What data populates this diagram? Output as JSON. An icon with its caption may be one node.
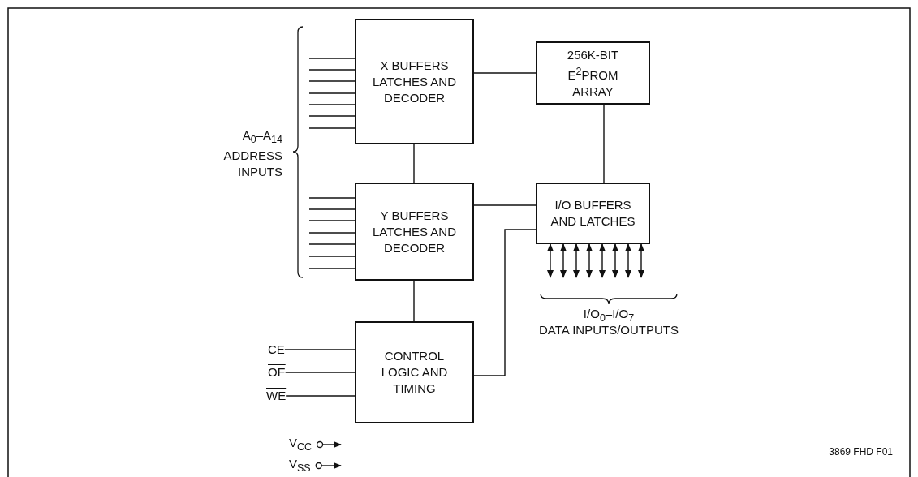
{
  "diagram": {
    "nodes": [
      {
        "text": [
          "X BUFFERS LATCHES AND DECODER"
        ]
      },
      {
        "text": [
          "256K-BIT E$^{2}$PROM ARRAY"
        ]
      },
      {
        "text": [
          "Y BUFFERS LATCHES AND DECODER"
        ]
      },
      {
        "text": [
          "I/O BUFFERS AND LATCHES"
        ]
      },
      {
        "text": [
          "CONTROL LOGIC AND TIMING"
        ]
      },
      {
        "text": [
          "CE"
        ]
      },
      {
        "text": [
          "OE"
        ]
      },
      {
        "text": [
          "WE"
        ]
      },
      {
        "text": [
          "V$_{CC}$"
        ]
      },
      {
        "text": [
          "V$_{SS}$"
        ]
      }
    ],
    "edges": [
      {
        "from": null,
        "to": 0,
        "arrow": "none"
      },
      {
        "from": null,
        "to": 0,
        "arrow": "none"
      },
      {
        "from": null,
        "to": 0,
        "arrow": "none"
      },
      {
        "from": null,
        "to": 0,
        "arrow": "none"
      },
      {
        "from": null,
        "to": 0,
        "arrow": "none"
      },
      {
        "from": null,
        "to": 0,
        "arrow": "none"
      },
      {
        "from": null,
        "to": 0,
        "arrow": "none"
      },
      {
        "from": null,
        "to": 2,
        "arrow": "none"
      },
      {
        "from": null,
        "to": 2,
        "arrow": "none"
      },
      {
        "from": null,
        "to": 2,
        "arrow": "none"
      },
      {
        "from": null,
        "to": 2,
        "arrow": "none"
      },
      {
        "from": null,
        "to": 2,
        "arrow": "none"
      },
      {
        "from": null,
        "to": 2,
        "arrow": "none"
      },
      {
        "from": null,
        "to": 2,
        "arrow": "none"
      },
      {
        "from": 0,
        "to": 1,
        "arrow": "none"
      },
      {
        "from": 0,
        "to": 2,
        "arrow": "none"
      },
      {
        "from": 1,
        "to": 3,
        "arrow": "none"
      },
      {
        "from": 2,
        "to": 3,
        "arrow": "none"
      },
      {
        "from": 2,
        "to": 4,
        "arrow": "none"
      },
      {
        "from": 4,
        "to": 3,
        "arrow": "none"
      },
      {
        "from": 5,
        "to": 4,
        "arrow": "none"
      },
      {
        "from": 6,
        "to": 4,
        "arrow": "none"
      },
      {
        "from": 7,
        "to": 4,
        "arrow": "none"
      },
      {
        "from": 8,
        "to": null,
        "arrow": "to"
      },
      {
        "from": 9,
        "to": null,
        "arrow": "to"
      },
      {
        "from": 3,
        "to": null,
        "arrow": "both"
      },
      {
        "from": 3,
        "to": null,
        "arrow": "both"
      },
      {
        "from": 3,
        "to": null,
        "arrow": "both"
      },
      {
        "from": 3,
        "to": null,
        "arrow": "both"
      },
      {
        "from": 3,
        "to": null,
        "arrow": "both"
      },
      {
        "from": 3,
        "to": null,
        "arrow": "both"
      },
      {
        "from": 3,
        "to": null,
        "arrow": "both"
      },
      {
        "from": 3,
        "to": null,
        "arrow": "both"
      }
    ],
    "labels": [
      "A$_{0}$–A$_{14}$ ADDRESS INPUTS",
      "I/O$_{0}$–I/O$_{7}$",
      "DATA INPUTS/OUTPUTS",
      "3869 FHD F01"
    ]
  }
}
